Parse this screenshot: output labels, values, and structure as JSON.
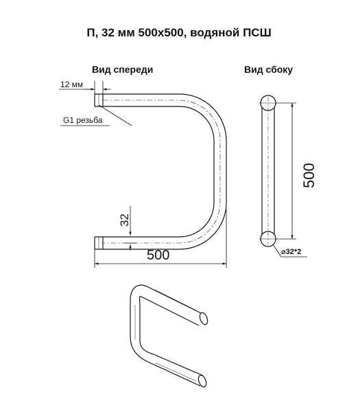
{
  "title": "П, 32 мм 500х500, водяной ПСШ",
  "views": {
    "front_label": "Вид спереди",
    "side_label": "Вид сбоку"
  },
  "front_dims": {
    "thread_length": "12 мм",
    "thread_type": "G1 резьба",
    "pipe_offset": "32",
    "width": "500"
  },
  "side_dims": {
    "height": "500",
    "diameter": "⌀32*2"
  },
  "colors": {
    "line": "#111111",
    "pipe_fill": "#ffffff"
  }
}
